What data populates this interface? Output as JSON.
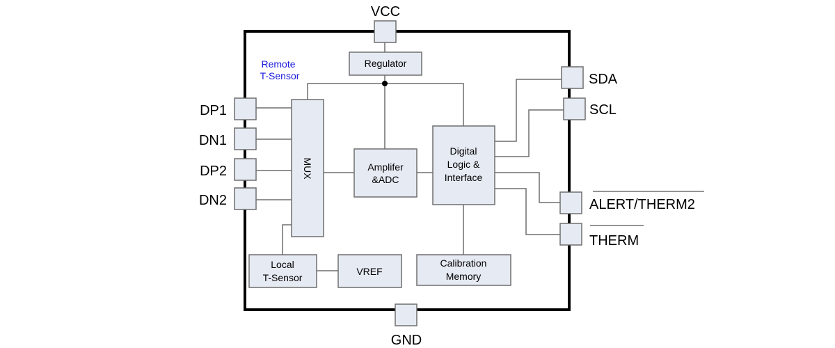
{
  "diagram": {
    "title": "Temperature sensor block diagram",
    "pins": {
      "vcc": "VCC",
      "gnd": "GND",
      "dp1": "DP1",
      "dn1": "DN1",
      "dp2": "DP2",
      "dn2": "DN2",
      "sda": "SDA",
      "scl": "SCL",
      "alert": "ALERT/THERM2",
      "therm": "THERM"
    },
    "blocks": {
      "regulator": "Regulator",
      "mux": "MUX",
      "amplifier": [
        "Amplifer",
        "&ADC"
      ],
      "digital": [
        "Digital",
        "Logic &",
        "Interface"
      ],
      "local_sensor": [
        "Local",
        "T-Sensor"
      ],
      "vref": "VREF",
      "calibration": [
        "Calibration",
        "Memory"
      ]
    },
    "annotations": {
      "remote_sensor": [
        "Remote",
        "T-Sensor"
      ]
    },
    "active_low_pins": [
      "ALERT/THERM2",
      "THERM"
    ],
    "colors": {
      "block_fill": "#e6eaf3",
      "block_stroke": "#6e6e6e",
      "annotation": "#1a1adc"
    }
  }
}
